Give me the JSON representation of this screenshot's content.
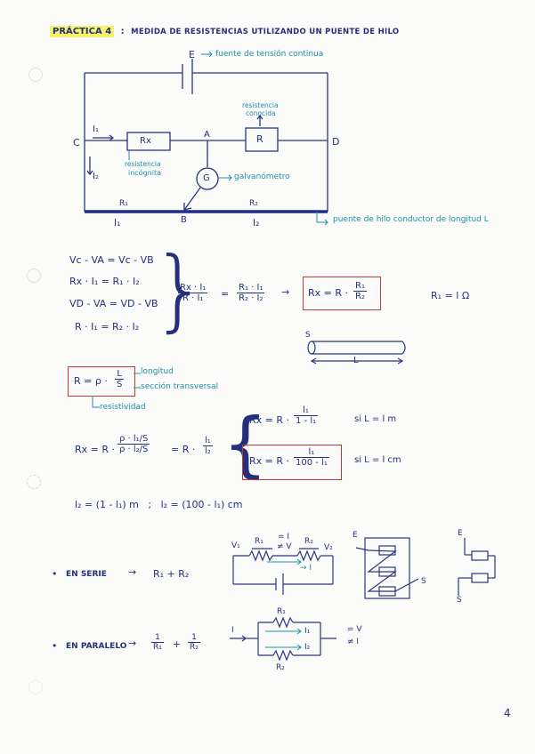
{
  "header": {
    "practice": "PRÁCTICA 4",
    "colon": ":",
    "title": "MEDIDA DE RESISTENCIAS UTILIZANDO UN PUENTE DE HILO"
  },
  "circuit": {
    "E": "E",
    "E_note": "fuente de tensión continua",
    "I1": "I₁",
    "I2": "I₂",
    "C": "C",
    "D": "D",
    "A": "A",
    "B": "B",
    "Rx": "Rx",
    "Rx_note_line1": "resistencia",
    "Rx_note_line2": "incógnita",
    "R": "R",
    "R_note_line1": "resistencia",
    "R_note_line2": "conocida",
    "G": "G",
    "G_note": "galvanómetro",
    "R1": "R₁",
    "R2": "R₂",
    "l1": "l₁",
    "l2": "l₂",
    "wire_note": "puente de hilo conductor de longitud L"
  },
  "equations": {
    "eq1": "Vc - VA = Vc - VB",
    "eq2": "Rx · I₁ = R₁ · I₂",
    "eq3": "VD - VA = VD - VB",
    "eq4": "R · I₁ = R₂ · I₂",
    "frac_left_num": "Rx · I₁",
    "frac_left_den": "R · I₁",
    "eq_sign": "=",
    "frac_right_num": "R₁ · I₁",
    "frac_right_den": "R₂ · I₂",
    "arrow": "→",
    "boxed_lhs": "Rx = R ·",
    "boxed_num": "R₁",
    "boxed_den": "R₂",
    "r1_note": "R₁ = l Ω"
  },
  "wire": {
    "S": "S",
    "L": "L"
  },
  "resistivity": {
    "lhs": "R = ρ ·",
    "num": "L",
    "den": "S",
    "L_note": "longitud",
    "S_note": "sección transversal",
    "rho_note": "resistividad"
  },
  "derivation": {
    "lhs": "Rx = R ·",
    "num": "ρ · l₁/S",
    "den": "ρ · l₂/S",
    "eq": "= R ·",
    "num2": "l₁",
    "den2": "l₂",
    "case1_lhs": "Rx = R ·",
    "case1_num": "l₁",
    "case1_den": "1 - l₁",
    "case1_cond": "si L = l m",
    "case2_lhs": "Rx = R ·",
    "case2_num": "l₁",
    "case2_den": "100 - l₁",
    "case2_cond": "si L = l cm",
    "l2_rel": "l₂ = (1 - l₁) m   ;   l₂ = (100 - l₁) cm"
  },
  "series": {
    "bullet": "•",
    "label": "EN SERIE",
    "arrow": "→",
    "formula": "R₁ + R₂",
    "V1": "V₁",
    "V2": "V₂",
    "R1": "R₁",
    "R2": "R₂",
    "eqI": "= I",
    "neqV": "≠ V",
    "Iarrow": "→ I",
    "E": "E",
    "S": "S"
  },
  "parallel": {
    "bullet": "•",
    "label": "EN PARALELO",
    "arrow": "→",
    "f1_num": "1",
    "f1_den": "R₁",
    "plus": "+",
    "f2_num": "1",
    "f2_den": "R₂",
    "I": "I",
    "I1": "I₁",
    "I2": "I₂",
    "R1": "R₁",
    "R2": "R₂",
    "eqV": "= V",
    "neqI": "≠ I"
  },
  "page_number": "4"
}
